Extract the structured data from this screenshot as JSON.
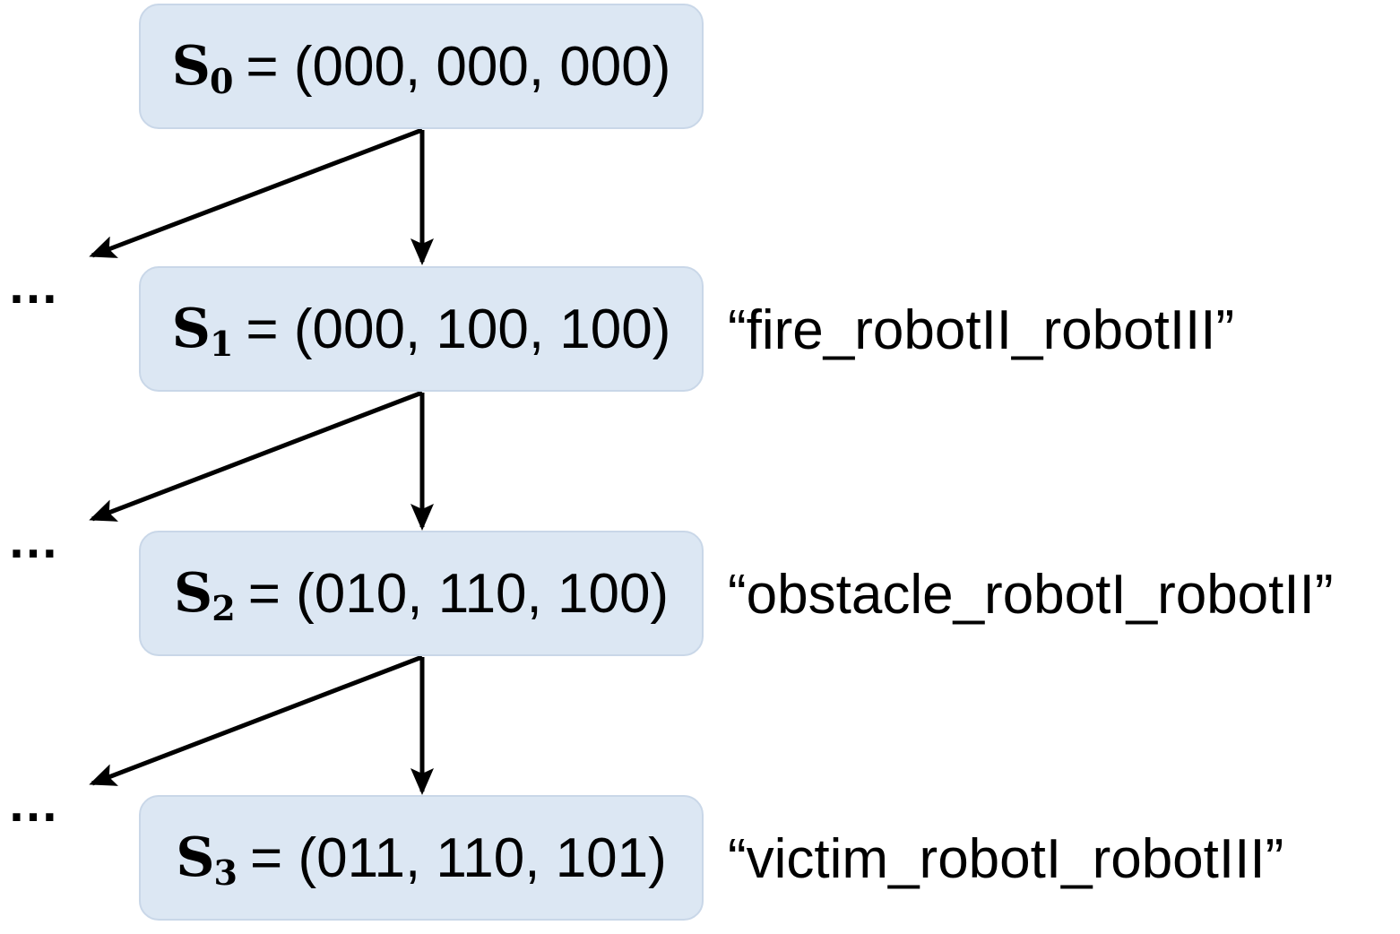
{
  "states": [
    {
      "symbol": "S",
      "subscript": "0",
      "equals": "=",
      "vector": "(000, 000, 000)",
      "event": ""
    },
    {
      "symbol": "S",
      "subscript": "1",
      "equals": "=",
      "vector": "(000, 100, 100)",
      "event": "“fire_robotII_robotIII”"
    },
    {
      "symbol": "S",
      "subscript": "2",
      "equals": "=",
      "vector": "(010, 110, 100)",
      "event": "“obstacle_robotI_robotII”"
    },
    {
      "symbol": "S",
      "subscript": "3",
      "equals": "=",
      "vector": "(011, 110, 101)",
      "event": "“victim_robotI_robotIII”"
    }
  ],
  "ellipsis": "…",
  "colors": {
    "box_fill": "#dce7f3",
    "box_border": "#c9d7e8",
    "arrow": "#000000",
    "text": "#000000"
  }
}
